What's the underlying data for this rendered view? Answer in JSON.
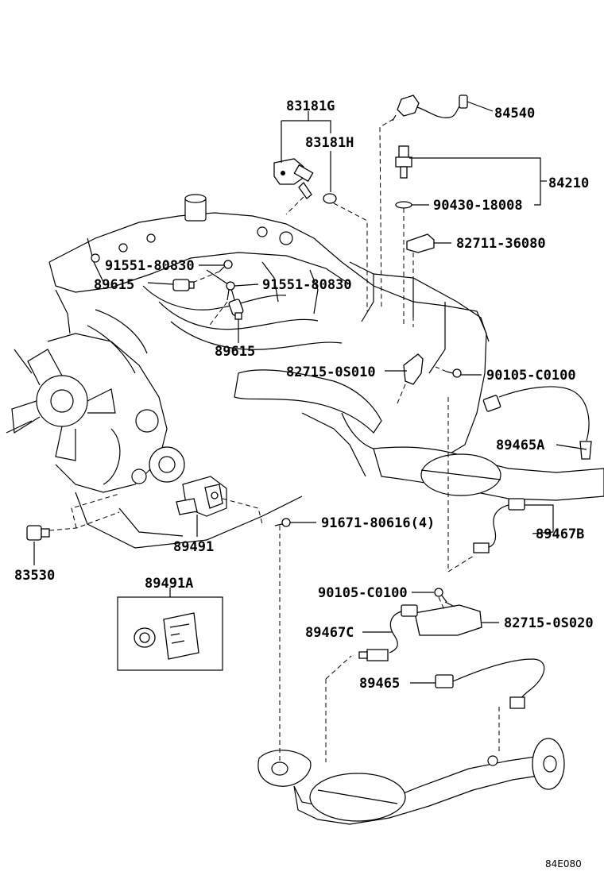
{
  "diagram": {
    "figure_code": "84E080",
    "labels": {
      "p83181G": "83181G",
      "p83181H": "83181H",
      "p84540": "84540",
      "p84210": "84210",
      "p90430": "90430-18008",
      "p82711": "82711-36080",
      "p91551a": "91551-80830",
      "p89615a": "89615",
      "p91551b": "91551-80830",
      "p89615b": "89615",
      "p82715a": "82715-0S010",
      "p90105a": "90105-C0100",
      "p89465A": "89465A",
      "p91671": "91671-80616(4)",
      "p89467B": "89467B",
      "p89491": "89491",
      "p83530": "83530",
      "p89491A": "89491A",
      "p90105b": "90105-C0100",
      "p82715b": "82715-0S020",
      "p89467C": "89467C",
      "p89465": "89465"
    }
  }
}
